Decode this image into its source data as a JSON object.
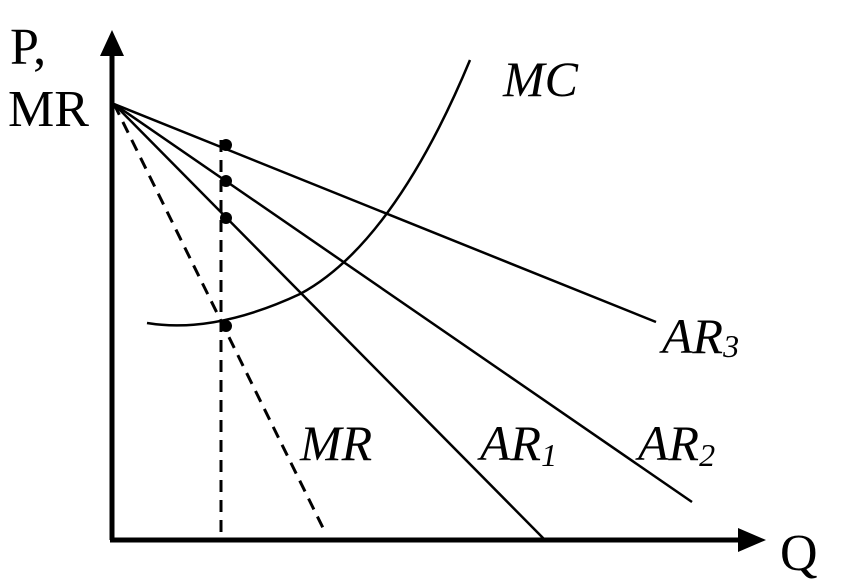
{
  "axes": {
    "y_label_line1": "P,",
    "y_label_line2": "MR",
    "x_label": "Q"
  },
  "curves": {
    "mc": {
      "label": "MC"
    },
    "mr": {
      "label": "MR"
    },
    "ar1": {
      "label": "AR",
      "subscript": "1"
    },
    "ar2": {
      "label": "AR",
      "subscript": "2"
    },
    "ar3": {
      "label": "AR",
      "subscript": "3"
    }
  },
  "colors": {
    "ink": "#000000",
    "background": "#ffffff"
  }
}
